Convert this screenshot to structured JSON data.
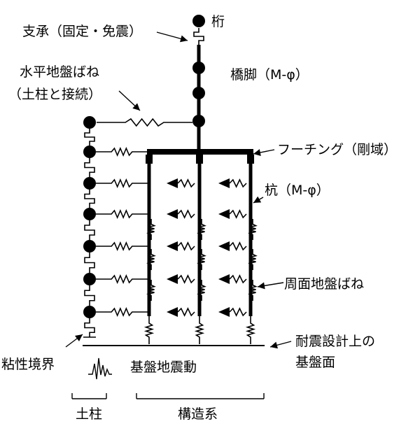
{
  "labels": {
    "girder": "桁",
    "bearing": "支承（固定・免震）",
    "pier": "橋脚（M-φ）",
    "horiz_spring_1": "水平地盤ばね",
    "horiz_spring_2": "（土柱と接続）",
    "footing": "フーチング（剛域）",
    "pile": "杭（M-φ）",
    "peri_spring": "周面地盤ばね",
    "design_base_1": "耐震設計上の",
    "design_base_2": "基盤面",
    "viscous_boundary": "粘性境界",
    "base_motion": "基盤地震動",
    "soil_column": "土柱",
    "structure": "構造系"
  },
  "colors": {
    "ink": "#000000",
    "background": "#ffffff"
  }
}
